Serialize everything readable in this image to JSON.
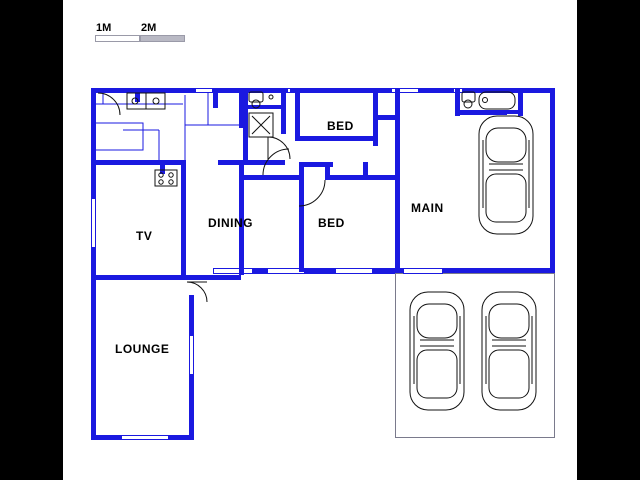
{
  "page": {
    "background": "#000000",
    "sheet_background": "#ffffff",
    "wall_color": "#1a19e0",
    "text_color": "#000000",
    "car_outline_color": "#111111",
    "garage_outline_color": "#7a7a8c"
  },
  "scale_bar": {
    "labels": [
      "1M",
      "2M"
    ],
    "segment_fill_left": "#ffffff",
    "segment_fill_right": "#b9b9c4"
  },
  "rooms": [
    {
      "name": "BED",
      "label": "BED"
    },
    {
      "name": "MAIN",
      "label": "MAIN"
    },
    {
      "name": "BED2",
      "label": "BED"
    },
    {
      "name": "DINING",
      "label": "DINING"
    },
    {
      "name": "TV",
      "label": "TV"
    },
    {
      "name": "LOUNGE",
      "label": "LOUNGE"
    }
  ],
  "labels": {
    "bed_top": "BED",
    "main": "MAIN",
    "bed_mid": "BED",
    "dining": "DINING",
    "tv": "TV",
    "lounge": "LOUNGE"
  },
  "cars": [
    {
      "name": "car-top-right"
    },
    {
      "name": "car-bottom-left"
    },
    {
      "name": "car-bottom-right"
    }
  ]
}
